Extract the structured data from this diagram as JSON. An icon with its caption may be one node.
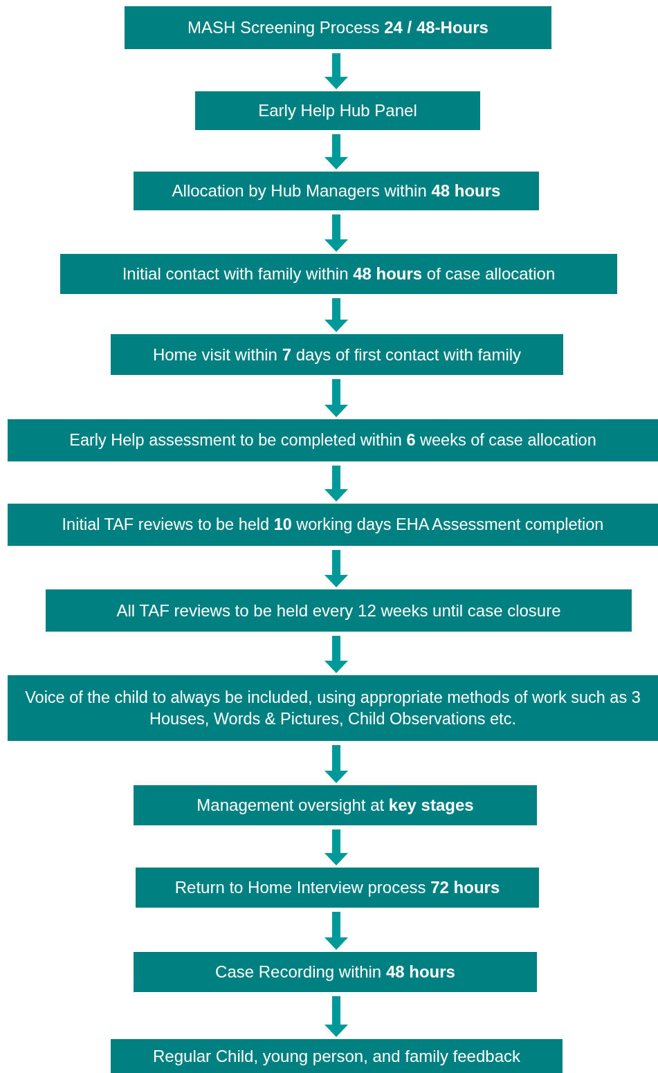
{
  "diagram": {
    "nodes": [
      {
        "text": [
          "MASH Screening Process **24 / 48-Hours**"
        ]
      },
      {
        "text": [
          "Early Help Hub Panel"
        ]
      },
      {
        "text": [
          "Allocation by Hub Managers within **48 hours**"
        ]
      },
      {
        "text": [
          "Initial contact with family within **48 hours** of case allocation"
        ]
      },
      {
        "text": [
          "Home visit within **7** days of first contact with family"
        ]
      },
      {
        "text": [
          "Early Help assessment to be completed within **6** weeks of case allocation"
        ]
      },
      {
        "text": [
          "Initial TAF reviews to be held **10** working days EHA Assessment completion"
        ]
      },
      {
        "text": [
          "All TAF reviews to be held every 12 weeks until case closure"
        ]
      },
      {
        "text": [
          "Voice of the child to always be included, using appropriate methods of work such as 3 Houses, Words & Pictures, Child Observations etc."
        ]
      },
      {
        "text": [
          "Management oversight at **key stages**"
        ]
      },
      {
        "text": [
          "Return to Home Interview process **72 hours**"
        ]
      },
      {
        "text": [
          "Case Recording within **48 hours**"
        ]
      },
      {
        "text": [
          "Regular Child, young person, and family feedback"
        ]
      }
    ],
    "edges": [
      {
        "from": 0,
        "to": 1,
        "arrow": "to"
      },
      {
        "from": 1,
        "to": 2,
        "arrow": "to"
      },
      {
        "from": 2,
        "to": 3,
        "arrow": "to"
      },
      {
        "from": 3,
        "to": 4,
        "arrow": "to"
      },
      {
        "from": 4,
        "to": 5,
        "arrow": "to"
      },
      {
        "from": 5,
        "to": 6,
        "arrow": "to"
      },
      {
        "from": 6,
        "to": 7,
        "arrow": "to"
      },
      {
        "from": 7,
        "to": 8,
        "arrow": "to"
      },
      {
        "from": 8,
        "to": 9,
        "arrow": "to"
      },
      {
        "from": 9,
        "to": 10,
        "arrow": "to"
      },
      {
        "from": 10,
        "to": 11,
        "arrow": "to"
      },
      {
        "from": 11,
        "to": 12,
        "arrow": "to"
      }
    ]
  }
}
